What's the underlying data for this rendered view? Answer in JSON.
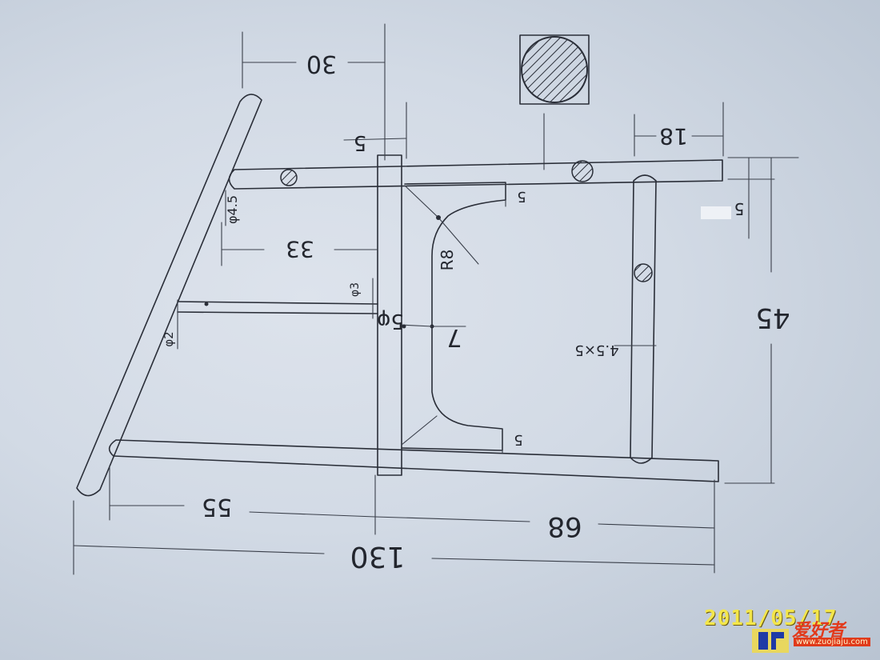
{
  "dimensions": {
    "top_offset": "30",
    "top_rail_gap": "5",
    "brace_width": "18",
    "front_diameter": "φ4.5",
    "leg_offset": "33",
    "stretcher_diameter": "φ3",
    "leg_post_label": "5φ",
    "radius": "R8",
    "small_width_upper": "5",
    "right_height": "5",
    "slat_section": "4.5×5",
    "middle_mark": "7",
    "lower_diameter": "φ2",
    "height": "45",
    "small_width_lower": "5",
    "left_span": "55",
    "right_span": "68",
    "total_length": "130"
  },
  "stamp": {
    "date": "2011/05/17"
  },
  "watermark": {
    "brand": "爱好者",
    "url": "www.zuojiaju.com"
  },
  "colors": {
    "paper": "#d4dbe6",
    "ink": "#2a2e38",
    "date_stamp": "#f3e64a",
    "watermark": "#e23a1c"
  }
}
